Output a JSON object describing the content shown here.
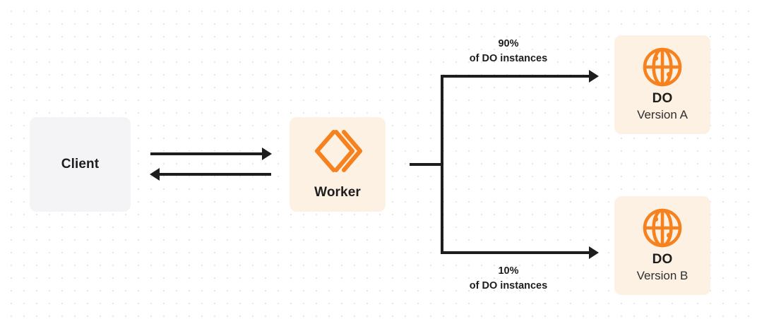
{
  "diagram": {
    "type": "architecture-flow",
    "background": "dotted-grid",
    "colors": {
      "accent_orange": "#F6821F",
      "worker_box_bg": "#FDF1E3",
      "do_box_bg": "#FDF1E3",
      "client_box_bg": "#F4F4F6",
      "line": "#1D1D1D",
      "dot_grid": "#E6E6E9",
      "page_bg": "#FFFFFF"
    },
    "nodes": [
      {
        "id": "client",
        "title": "Client",
        "subtitle": "",
        "icon": ""
      },
      {
        "id": "worker",
        "title": "Worker",
        "subtitle": "",
        "icon": "cloudflare-workers-icon"
      },
      {
        "id": "do-a",
        "title": "DO",
        "subtitle": "Version A",
        "icon": "globe-icon"
      },
      {
        "id": "do-b",
        "title": "DO",
        "subtitle": "Version B",
        "icon": "globe-icon"
      }
    ],
    "edges": [
      {
        "id": "client-to-worker",
        "from": "client",
        "to": "worker",
        "direction": "right",
        "label": ""
      },
      {
        "id": "worker-to-client",
        "from": "worker",
        "to": "client",
        "direction": "left",
        "label": ""
      },
      {
        "id": "worker-to-do-a",
        "from": "worker",
        "to": "do-a",
        "direction": "right",
        "label_line1": "90%",
        "label_line2": "of DO instances"
      },
      {
        "id": "worker-to-do-b",
        "from": "worker",
        "to": "do-b",
        "direction": "right",
        "label_line1": "10%",
        "label_line2": "of DO instances"
      }
    ]
  }
}
